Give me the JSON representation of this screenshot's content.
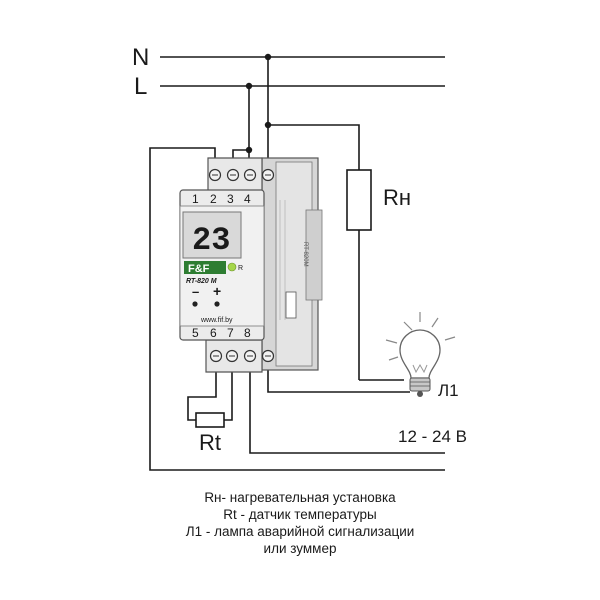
{
  "lines": {
    "n": "N",
    "l": "L"
  },
  "device": {
    "terminals_top": [
      "1",
      "2",
      "3",
      "4"
    ],
    "terminals_bottom": [
      "5",
      "6",
      "7",
      "8"
    ],
    "display": "23",
    "brand": "F&F",
    "model": "RT-820 M",
    "led": "R",
    "minus": "–",
    "plus": "+",
    "url": "www.fif.by",
    "side_model": "RT-820M",
    "colors": {
      "body": "#e6e6e6",
      "display_bg": "#dcdcdc",
      "logo": "#2e7d32",
      "led": "#a5d64a"
    }
  },
  "components": {
    "heater": "Rн",
    "sensor": "Rt",
    "lamp": "Л1",
    "lamp_supply": "12 - 24 В"
  },
  "legend": [
    "Rн- нагревательная установка",
    "Rt - датчик температуры",
    "Л1 - лампа аварийной сигнализации",
    "или зуммер"
  ]
}
